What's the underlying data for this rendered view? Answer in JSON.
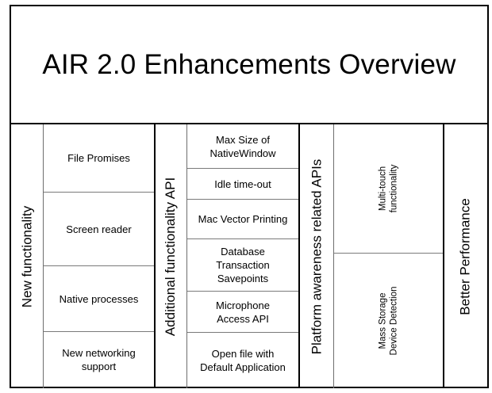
{
  "title": "AIR 2.0 Enhancements Overview",
  "columns": [
    {
      "category": "New functionality",
      "items": [
        "File Promises",
        "Screen reader",
        "Native processes",
        "New networking\nsupport"
      ]
    },
    {
      "category": "Additional functionality API",
      "items": [
        "Max Size of\nNativeWindow",
        "Idle time-out",
        "Mac Vector Printing",
        "Database\nTransaction\nSavepoints",
        "Microphone\nAccess API",
        "Open file with\nDefault Application"
      ]
    },
    {
      "category": "Platform awareness related APIs",
      "items": [
        "Multi-touch\nfunctionality",
        "Mass Storage\nDevice Detection"
      ]
    },
    {
      "category": "Better Performance",
      "items": []
    }
  ]
}
